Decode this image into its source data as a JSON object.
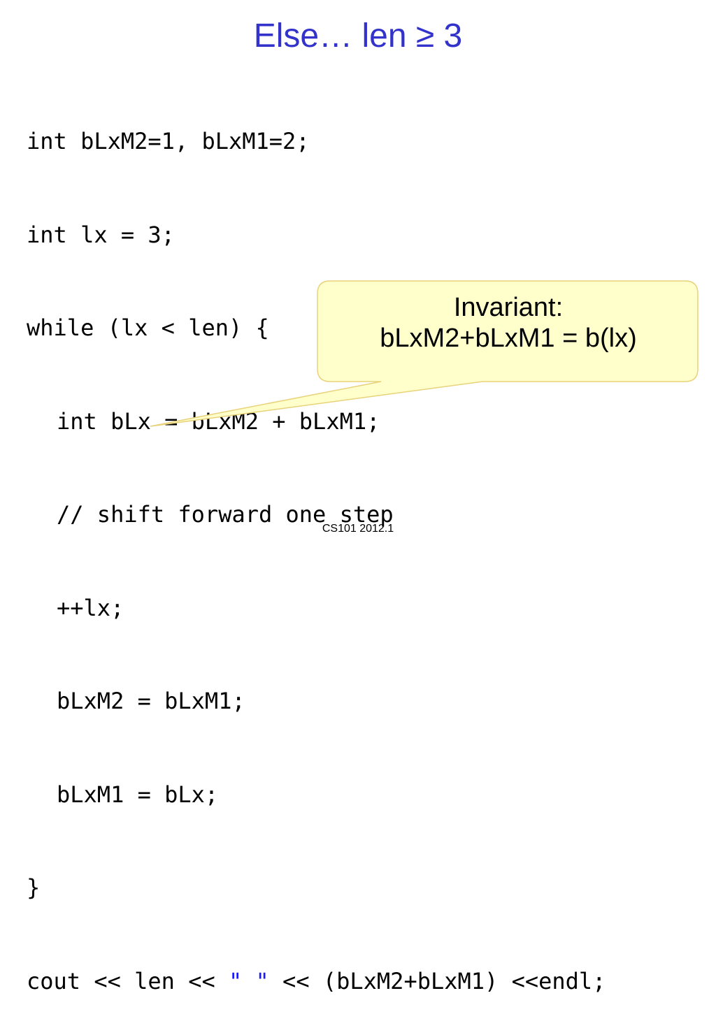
{
  "title": "Else… len ≥ 3",
  "code": {
    "line1": "int bLxM2=1, bLxM1=2;",
    "line2": "int lx = 3;",
    "line3": "while (lx < len) {",
    "line4": "int bLx = bLxM2 + bLxM1;",
    "line5": "// shift forward one step",
    "line6": "++lx;",
    "line7": "bLxM2 = bLxM1;",
    "line8": "bLxM1 = bLx;",
    "line9": "}",
    "line10_a": "cout << len << ",
    "line10_str": "\" \"",
    "line10_b": " << (bLxM2+bLxM1) <<endl;"
  },
  "callout": {
    "line1": "Invariant:",
    "line2": "bLxM2+bLxM1 = b(lx)"
  },
  "footer": "CS101 2012.1",
  "colors": {
    "title": "#3333cc",
    "string_literal": "#1a1aff",
    "callout_fill": "#ffffcc",
    "callout_border": "#e8d27a"
  }
}
